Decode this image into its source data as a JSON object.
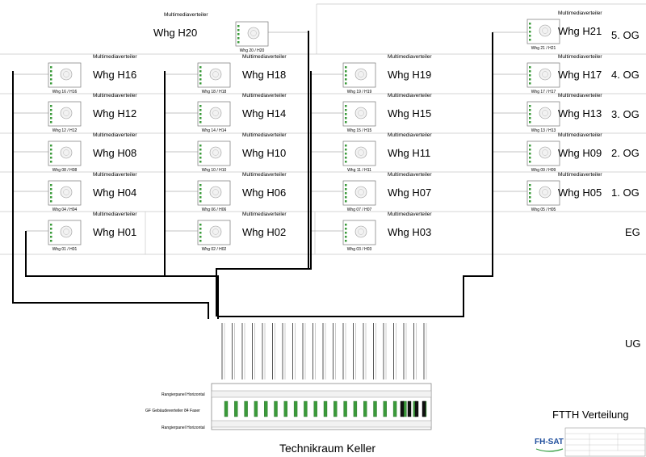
{
  "colors": {
    "line": "#000000",
    "grid": "#c8c8c8",
    "port_green": "#3a9a3a",
    "brand_blue": "#1f4e9c",
    "brand_green": "#2f9a3c"
  },
  "icons": {
    "box_logo": "multimedia-box-icon",
    "brand_logo": "fh-sat-logo-icon"
  },
  "units": [
    {
      "mv": "Multimediaverteiler",
      "name": "Whg H20",
      "tag": "Whg 20 / H20"
    },
    {
      "mv": "Multimediaverteiler",
      "name": "Whg H21",
      "tag": "Whg 21 / H21"
    },
    {
      "mv": "Multimediaverteiler",
      "name": "Whg H16",
      "tag": "Whg 16 / H16"
    },
    {
      "mv": "Multimediaverteiler",
      "name": "Whg H18",
      "tag": "Whg 18 / H18"
    },
    {
      "mv": "Multimediaverteiler",
      "name": "Whg H19",
      "tag": "Whg 19 / H19"
    },
    {
      "mv": "Multimediaverteiler",
      "name": "Whg H17",
      "tag": "Whg 17 / H17"
    },
    {
      "mv": "Multimediaverteiler",
      "name": "Whg H12",
      "tag": "Whg 12 / H12"
    },
    {
      "mv": "Multimediaverteiler",
      "name": "Whg H14",
      "tag": "Whg 14 / H14"
    },
    {
      "mv": "Multimediaverteiler",
      "name": "Whg H15",
      "tag": "Whg 15 / H15"
    },
    {
      "mv": "Multimediaverteiler",
      "name": "Whg H13",
      "tag": "Whg 13 / H13"
    },
    {
      "mv": "Multimediaverteiler",
      "name": "Whg H08",
      "tag": "Whg 08 / H08"
    },
    {
      "mv": "Multimediaverteiler",
      "name": "Whg H10",
      "tag": "Whg 10 / H10"
    },
    {
      "mv": "Multimediaverteiler",
      "name": "Whg H11",
      "tag": "Whg 11 / H11"
    },
    {
      "mv": "Multimediaverteiler",
      "name": "Whg H09",
      "tag": "Whg 09 / H09"
    },
    {
      "mv": "Multimediaverteiler",
      "name": "Whg H04",
      "tag": "Whg 04 / H04"
    },
    {
      "mv": "Multimediaverteiler",
      "name": "Whg H06",
      "tag": "Whg 06 / H06"
    },
    {
      "mv": "Multimediaverteiler",
      "name": "Whg H07",
      "tag": "Whg 07 / H07"
    },
    {
      "mv": "Multimediaverteiler",
      "name": "Whg H05",
      "tag": "Whg 05 / H05"
    },
    {
      "mv": "Multimediaverteiler",
      "name": "Whg H01",
      "tag": "Whg 01 / H01"
    },
    {
      "mv": "Multimediaverteiler",
      "name": "Whg H02",
      "tag": "Whg 02 / H02"
    },
    {
      "mv": "Multimediaverteiler",
      "name": "Whg H03",
      "tag": "Whg 03 / H03"
    }
  ],
  "floors": [
    "5. OG",
    "4. OG",
    "3. OG",
    "2. OG",
    "1. OG",
    "EG",
    "UG"
  ],
  "panel": {
    "label_top": "Rangierpanel Horizontal",
    "label_mid": "GF Gebäudeverteiler 84 Faser",
    "label_bottom": "Rangierpanel Horizontal"
  },
  "fiber_cable_count": 21,
  "room_label": "Technikraum Keller",
  "distribution_title": "FTTH Verteilung",
  "brand": {
    "name": "FH-SAT"
  }
}
